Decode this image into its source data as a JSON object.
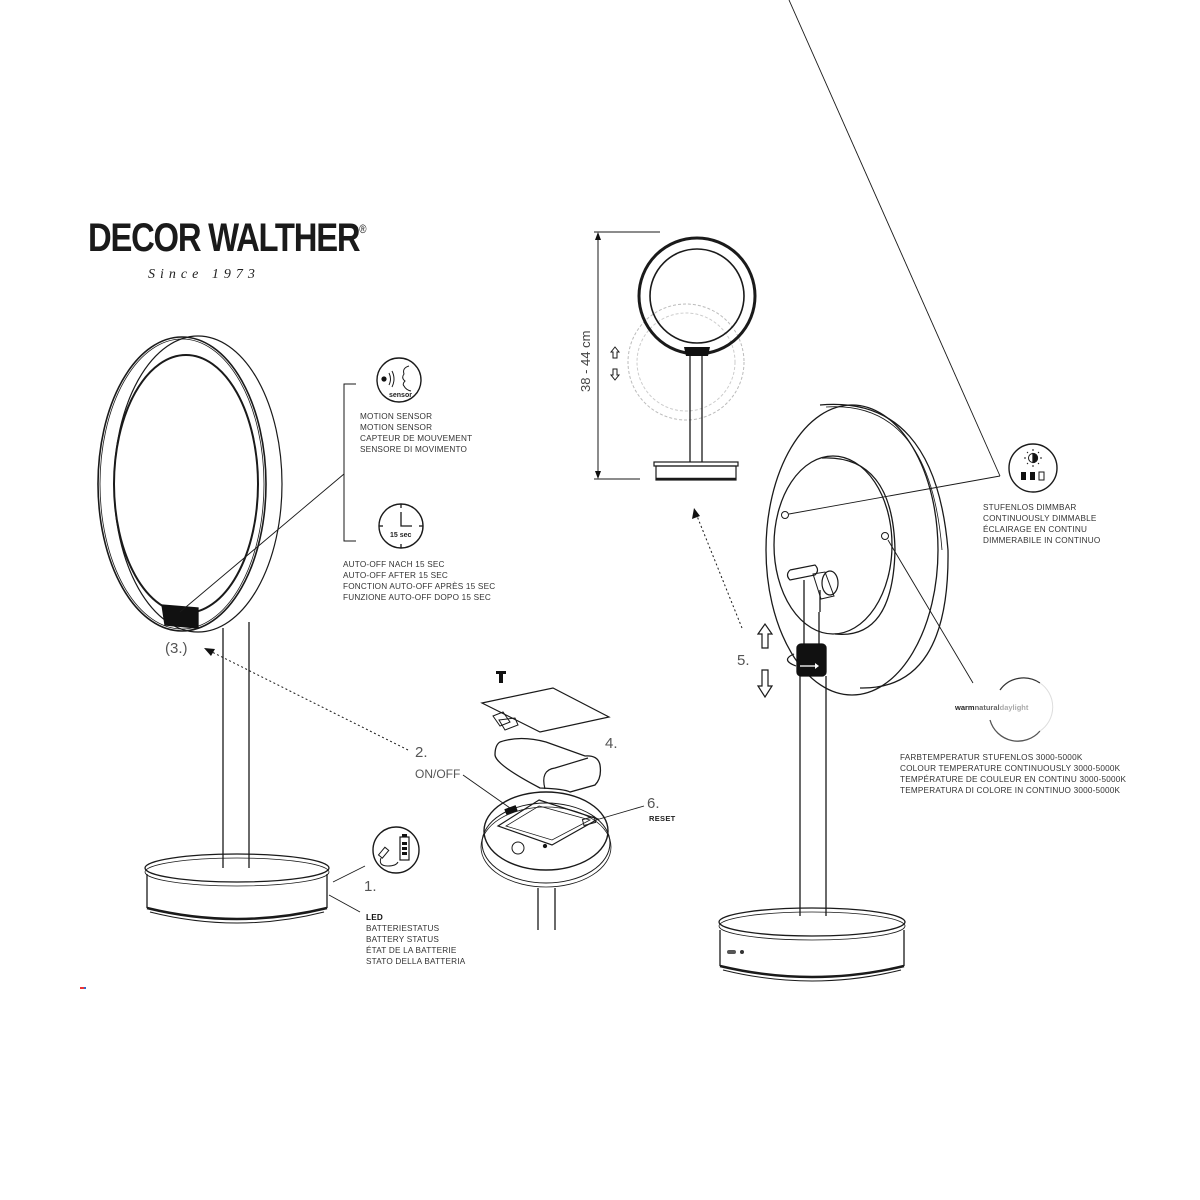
{
  "brand": {
    "name": "DECOR WALTHER",
    "registered": "®",
    "tagline": "Since 1973"
  },
  "callouts": {
    "motion_sensor": {
      "icon": "motion-sensor-icon",
      "icon_label": "sensor",
      "lines": [
        "MOTION SENSOR",
        "MOTION SENSOR",
        "CAPTEUR DE MOUVEMENT",
        "SENSORE DI MOVIMENTO"
      ]
    },
    "auto_off": {
      "icon": "clock-icon",
      "icon_label": "15 sec",
      "lines": [
        "AUTO-OFF NACH 15 SEC",
        "AUTO-OFF AFTER 15 SEC",
        "FONCTION AUTO-OFF APRÈS 15 SEC",
        "FUNZIONE AUTO-OFF DOPO 15 SEC"
      ]
    },
    "battery": {
      "number": "1.",
      "icon": "battery-charging-icon",
      "title": "LED",
      "lines": [
        "BATTERIESTATUS",
        "BATTERY STATUS",
        "ÉTAT DE LA BATTERIE",
        "STATO DELLA BATTERIA"
      ]
    },
    "on_off": {
      "number": "2.",
      "label": "ON/OFF"
    },
    "sensor_position": {
      "number": "(3.)"
    },
    "battery_compartment": {
      "number": "4."
    },
    "height_adjust": {
      "number": "5.",
      "dimension": "38 - 44 cm"
    },
    "reset": {
      "number": "6.",
      "label": "RESET"
    },
    "dimmable": {
      "icon": "brightness-icon",
      "lines": [
        "STUFENLOS DIMMBAR",
        "CONTINUOUSLY DIMMABLE",
        "ÉCLAIRAGE EN CONTINU",
        "DIMMERABILE IN CONTINUO"
      ]
    },
    "color_temperature": {
      "icon": "color-temperature-icon",
      "scale": [
        "warm",
        "natural",
        "daylight"
      ],
      "lines": [
        "FARBTEMPERATUR STUFENLOS 3000-5000K",
        "COLOUR TEMPERATURE CONTINUOUSLY 3000-5000K",
        "TEMPÉRATURE DE COULEUR EN CONTINU 3000-5000K",
        "TEMPERATURA DI COLORE IN CONTINUO 3000-5000K"
      ]
    }
  },
  "colors": {
    "line": "#1a1a1a",
    "text": "#333333",
    "ghost": "#bbbbbb",
    "background": "#ffffff"
  }
}
